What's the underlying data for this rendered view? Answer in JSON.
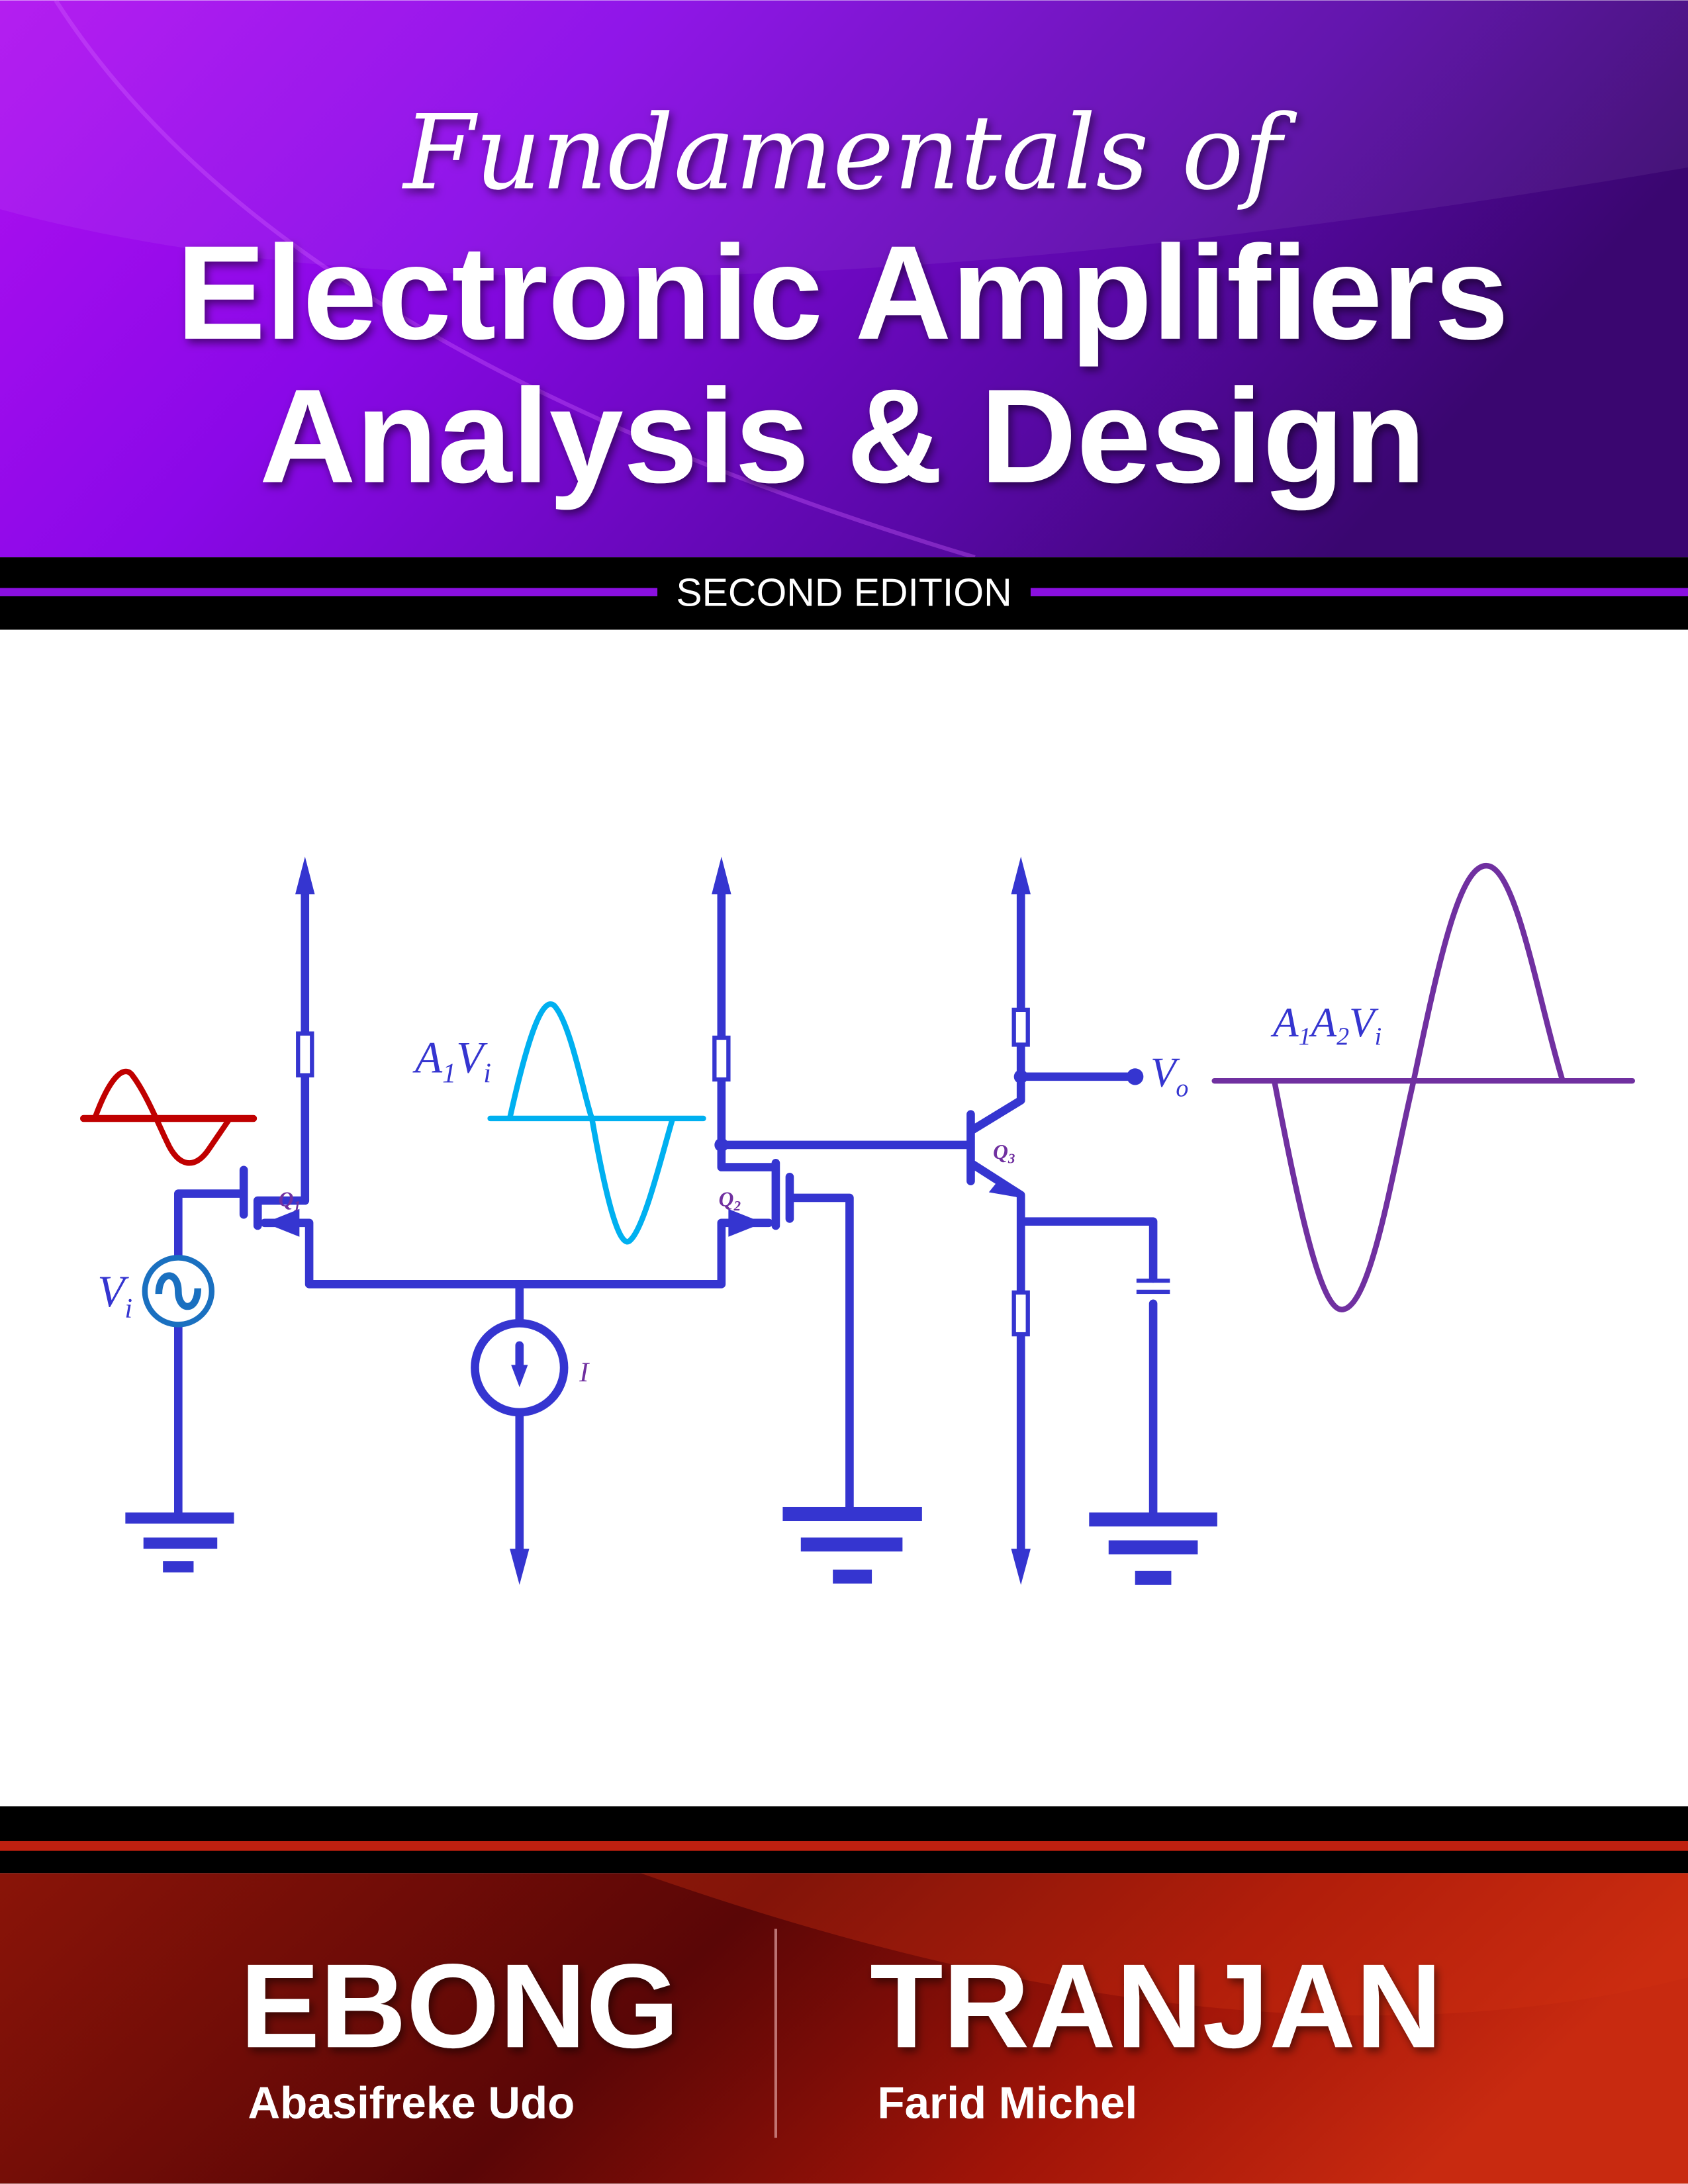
{
  "cover": {
    "title_script": "Fundamentals of",
    "title_line1": "Electronic Amplifiers",
    "title_line2": "Analysis & Design",
    "edition": "SECOND EDITION",
    "colors": {
      "purple": "#7a10d8",
      "red": "#a01810",
      "wire": "#3535d0",
      "input_wave": "#c00000",
      "stage1_wave": "#00b0f0",
      "output_wave": "#7030a0"
    }
  },
  "authors": [
    {
      "surname": "EBONG",
      "given": "Abasifreke Udo"
    },
    {
      "surname": "TRANJAN",
      "given": "Farid Michel"
    }
  ],
  "circuit": {
    "q1": {
      "main": "Q",
      "sub": "1"
    },
    "q2": {
      "main": "Q",
      "sub": "2"
    },
    "q3": {
      "main": "Q",
      "sub": "3"
    },
    "current_source": "I",
    "vi": {
      "main": "V",
      "sub": "i"
    },
    "vo": {
      "main": "V",
      "sub": "o"
    },
    "a1vi": {
      "a": "A",
      "s1": "1",
      "v": "V",
      "si": "i"
    },
    "a1a2vi": {
      "a": "A",
      "s1": "1",
      "a2": "A",
      "s2": "2",
      "v": "V",
      "si": "i"
    }
  }
}
